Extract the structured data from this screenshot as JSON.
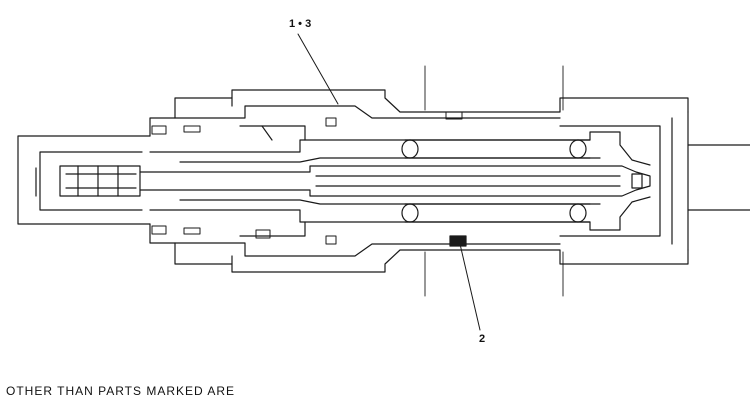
{
  "callouts": {
    "part_1_3": "1 • 3",
    "part_2": "2"
  },
  "note": "OTHER THAN PARTS MARKED ARE",
  "colors": {
    "line": "#1a1a1a",
    "background": "#ffffff"
  }
}
